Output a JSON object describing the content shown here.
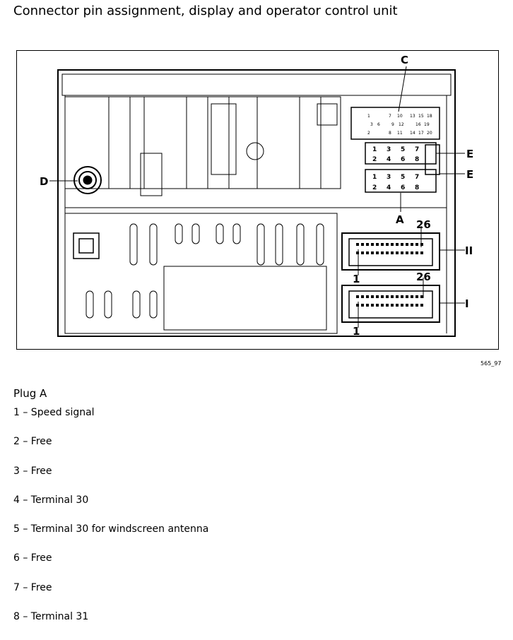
{
  "document": {
    "title": "Connector pin assignment, display and operator control unit",
    "figure_ref": "565_97",
    "figure_labels": {
      "C": "C",
      "D": "D",
      "A": "A",
      "E1": "E",
      "E2": "E",
      "II": "II",
      "I": "I",
      "pin26_top": "26",
      "pin1_top": "1",
      "pin26_bottom": "26",
      "pin1_bottom": "1"
    },
    "connector_pins": {
      "top_row": [
        "1",
        "3",
        "5",
        "7"
      ],
      "bottom_row": [
        "2",
        "4",
        "6",
        "8"
      ]
    },
    "connector_c": {
      "top": [
        "1",
        "7",
        "10",
        "13",
        "15",
        "18"
      ],
      "mid": [
        "3",
        "6",
        "9",
        "12",
        "16",
        "19"
      ],
      "bottom": [
        "2",
        "8",
        "11",
        "14",
        "17",
        "20"
      ]
    },
    "plug_heading": "Plug A",
    "pins": [
      "1 – Speed signal",
      "2 – Free",
      "3 – Free",
      "4 – Terminal 30",
      "5 – Terminal 30 for windscreen antenna",
      "6 – Free",
      "7 – Free",
      "8 – Terminal 31"
    ]
  }
}
